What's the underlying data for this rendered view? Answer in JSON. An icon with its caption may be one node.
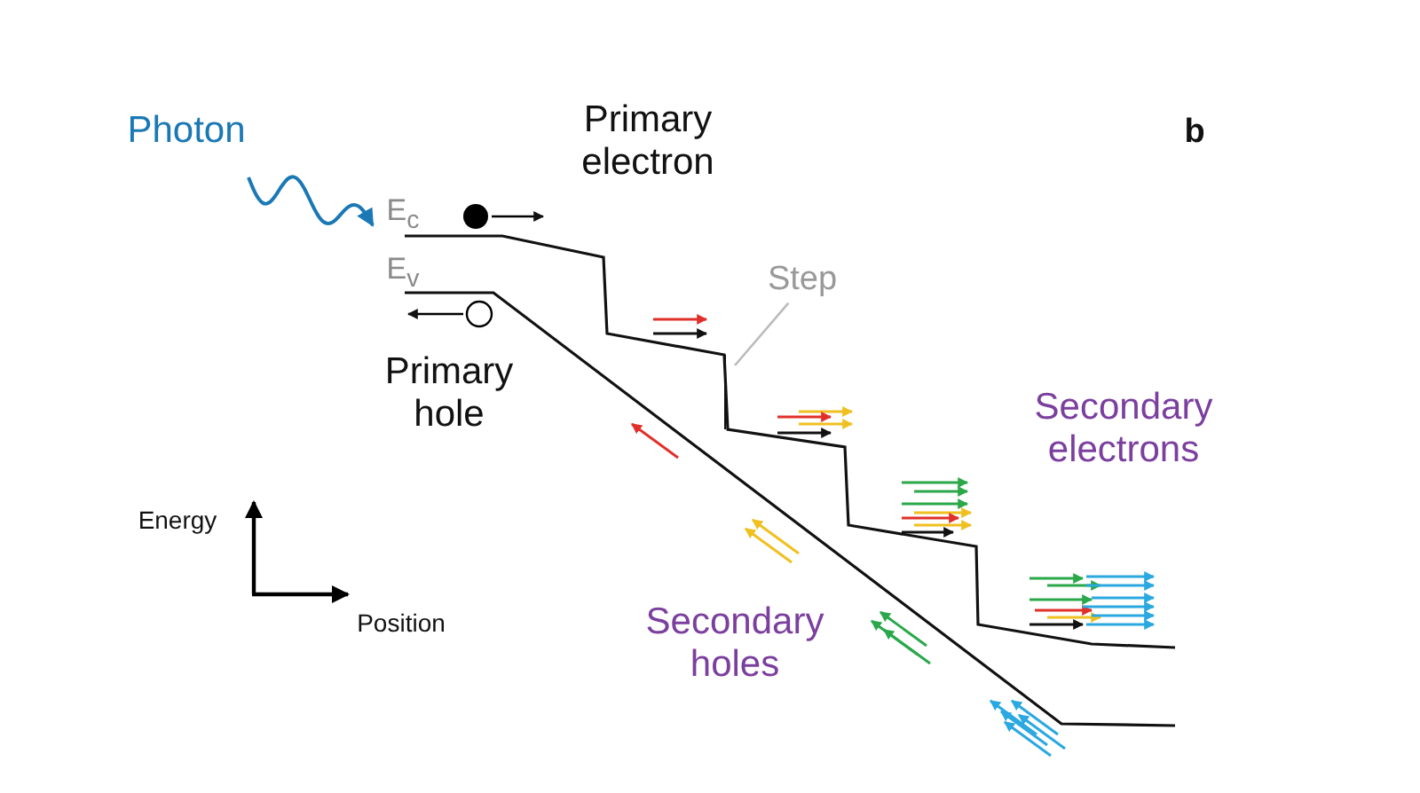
{
  "diagram": {
    "nodes": [
      {
        "text": [
          "Step"
        ]
      },
      {
        "text": [],
        "shape": "bar"
      }
    ],
    "edges": [
      {
        "from": 0,
        "to": 1,
        "arrow": "none"
      }
    ],
    "labels": [
      "Photon",
      "Primary electron",
      "b",
      "E$_{c}$",
      "E$_{v}$",
      "Primary hole",
      "Secondary electrons",
      "Energy",
      "Secondary holes",
      "Position"
    ]
  }
}
